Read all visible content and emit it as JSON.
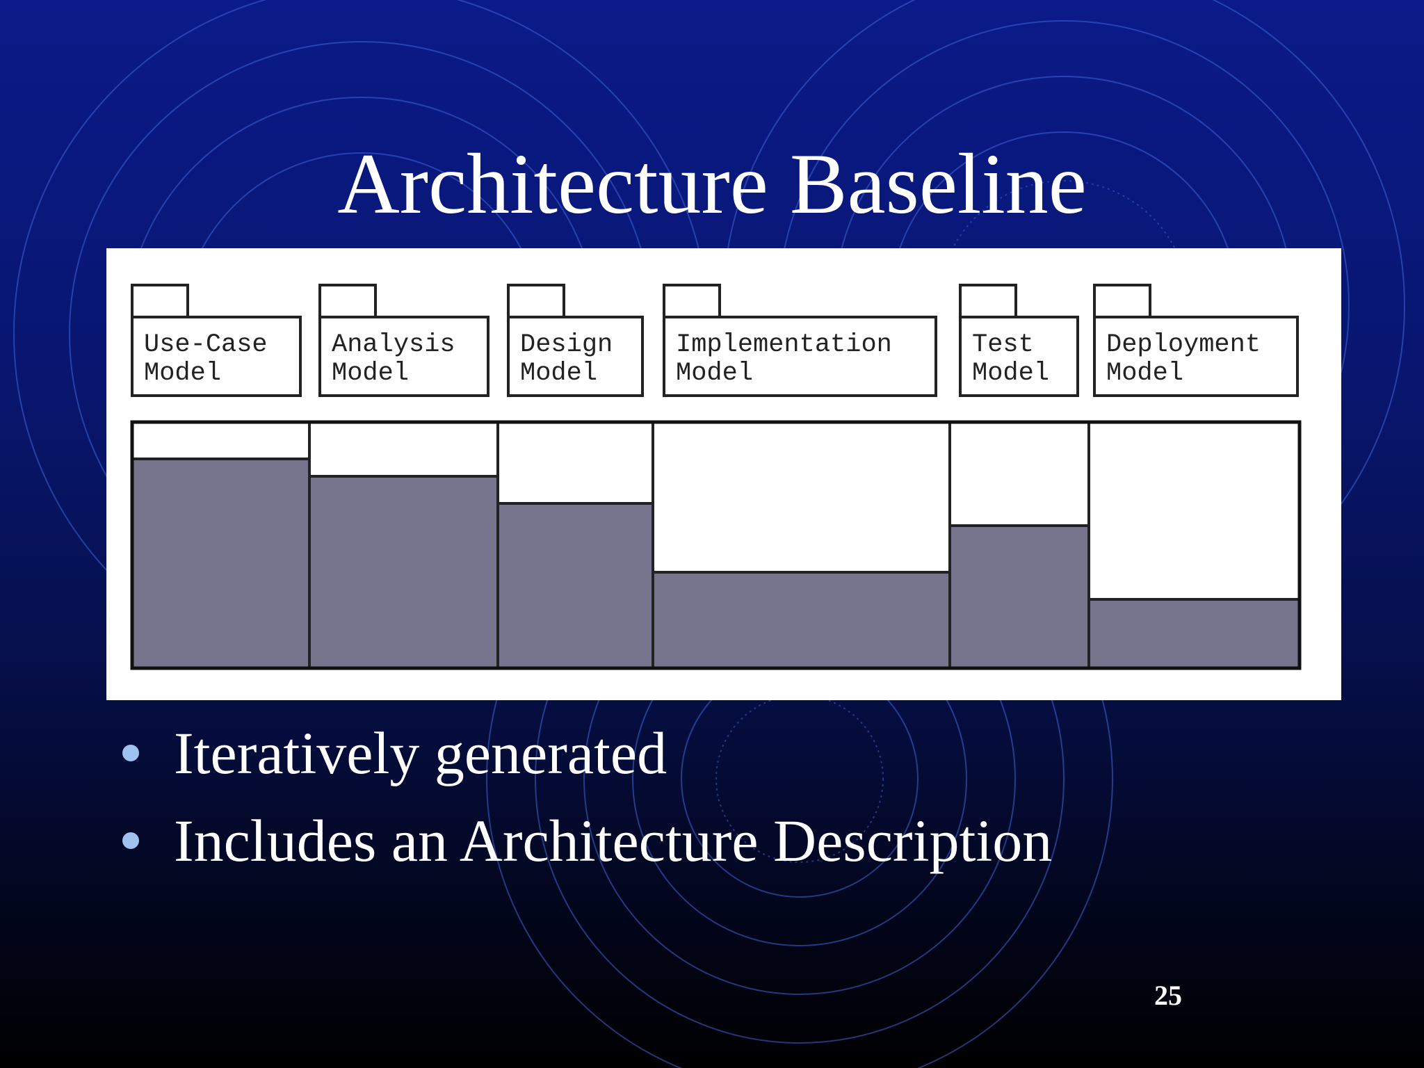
{
  "slide": {
    "title": "Architecture Baseline",
    "page_number": "25",
    "bullets": [
      "Iteratively generated",
      "Includes an Architecture Description"
    ]
  },
  "diagram": {
    "models": [
      {
        "line1": "Use-Case",
        "line2": "Model",
        "baseline_fraction": 0.85
      },
      {
        "line1": "Analysis",
        "line2": "Model",
        "baseline_fraction": 0.78
      },
      {
        "line1": "Design",
        "line2": "Model",
        "baseline_fraction": 0.67
      },
      {
        "line1": "Implementation",
        "line2": "Model",
        "baseline_fraction": 0.39
      },
      {
        "line1": "Test",
        "line2": "Model",
        "baseline_fraction": 0.58
      },
      {
        "line1": "Deployment",
        "line2": "Model",
        "baseline_fraction": 0.28
      }
    ]
  },
  "colors": {
    "baseline_fill": "#77748e",
    "bullet": "#9fc2f0"
  }
}
